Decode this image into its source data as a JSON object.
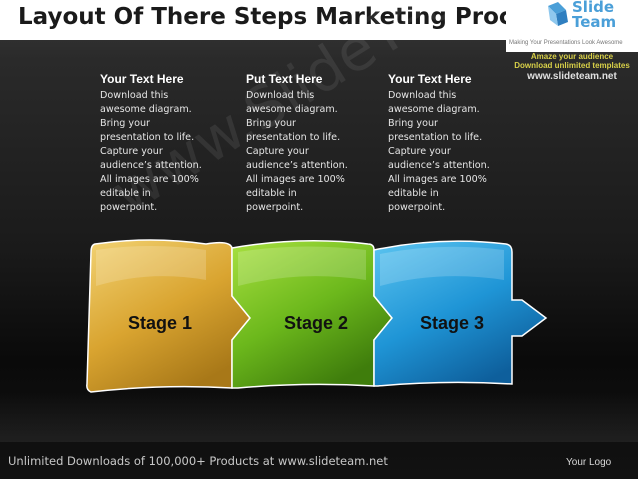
{
  "slide": {
    "title": "Layout Of There Steps Marketing Process",
    "logo": {
      "name_line1": "Slide",
      "name_line2": "Team",
      "tagline": "Making Your Presentations Look Awesome"
    },
    "promo": {
      "line1": "Amaze your audience",
      "line2": "Download unlimited templates",
      "url": "www.slideteam.net"
    },
    "columns": [
      {
        "heading": "Your Text Here",
        "lines": [
          "Download this",
          "awesome diagram.",
          "Bring your",
          "presentation to life.",
          "Capture your",
          "audience’s attention.",
          "All images are 100%",
          "editable in",
          "powerpoint."
        ]
      },
      {
        "heading": "Put Text Here",
        "lines": [
          "Download this",
          "awesome diagram.",
          "Bring your",
          "presentation to life.",
          "Capture your",
          "audience’s attention.",
          "All images are 100%",
          "editable in",
          "powerpoint."
        ]
      },
      {
        "heading": "Your Text Here",
        "lines": [
          "Download this",
          "awesome diagram.",
          "Bring your",
          "presentation to life.",
          "Capture your",
          "audience’s attention.",
          "All images are 100%",
          "editable in",
          "powerpoint."
        ]
      }
    ],
    "stages": [
      {
        "label": "Stage 1",
        "color_light": "#f2d272",
        "color_mid": "#d9a430",
        "color_dark": "#a87818"
      },
      {
        "label": "Stage 2",
        "color_light": "#a8e040",
        "color_mid": "#6cb81c",
        "color_dark": "#3f7d0c"
      },
      {
        "label": "Stage 3",
        "color_light": "#5cc4f0",
        "color_mid": "#1f95d6",
        "color_dark": "#0e5f9c"
      }
    ],
    "watermark": "www.SlideTeam.net",
    "footer": "Unlimited Downloads of 100,000+ Products at www.slideteam.net",
    "your_logo": "Your Logo"
  }
}
